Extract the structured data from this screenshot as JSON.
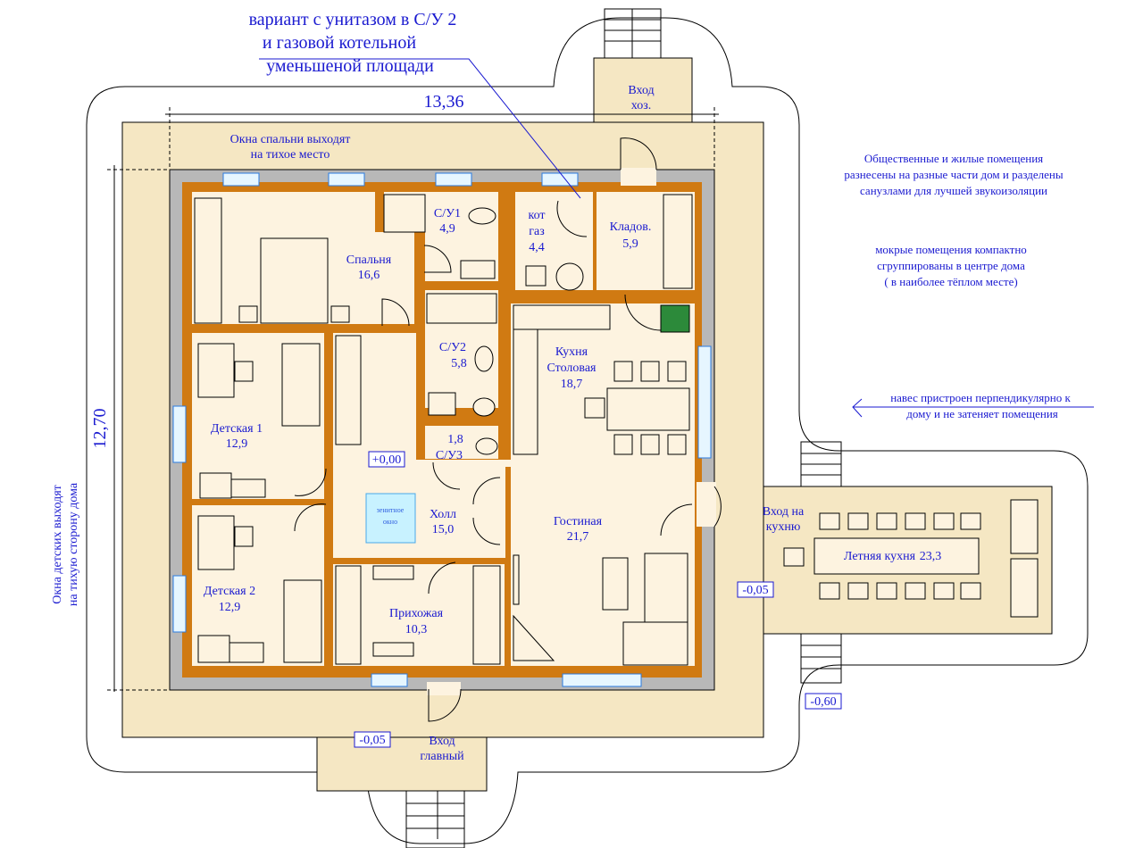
{
  "title_note": [
    "вариант с унитазом в С/У 2",
    "и газовой котельной",
    "уменьшеной площади"
  ],
  "dimensions": {
    "width": "13,36",
    "height": "12,70"
  },
  "notes": {
    "bedroom_windows": [
      "Окна спальни выходят",
      "на тихое место"
    ],
    "children_windows": [
      "Окна детских выходят",
      "на тихую сторону дома"
    ],
    "zoning": [
      "Общественные и жилые помещения",
      "разнесены на разные части дом и разделены",
      "санузлами для лучшей звукоизоляции"
    ],
    "wet_rooms": [
      "мокрые помещения компактно",
      "сгруппированы в центре дома",
      "( в наиболее тёплом месте)"
    ],
    "canopy": [
      "навес пристроен перпендикулярно к",
      "дому и не затеняет помещения"
    ]
  },
  "rooms": {
    "bedroom": {
      "name": "Спальня",
      "area": "16,6"
    },
    "bath1": {
      "name": "С/У1",
      "area": "4,9"
    },
    "boiler": {
      "name": [
        "кот",
        "газ"
      ],
      "area": "4,4"
    },
    "storage": {
      "name": "Кладов.",
      "area": "5,9"
    },
    "bath2": {
      "name": "С/У2",
      "area": "5,8"
    },
    "bath3": {
      "name": "С/У3",
      "area": "1,8"
    },
    "kitchen": {
      "name": [
        "Кухня",
        "Столовая"
      ],
      "area": "18,7"
    },
    "kids1": {
      "name": "Детская 1",
      "area": "12,9"
    },
    "kids2": {
      "name": "Детская 2",
      "area": "12,9"
    },
    "hall": {
      "name": "Холл",
      "area": "15,0"
    },
    "living": {
      "name": "Гостиная",
      "area": "21,7"
    },
    "entry": {
      "name": "Прихожая",
      "area": "10,3"
    },
    "summer_kitchen": {
      "name": "Летняя кухня",
      "area": "23,3"
    }
  },
  "skylight": [
    "зенитное",
    "окно"
  ],
  "entrances": {
    "utility": [
      "Вход",
      "хоз."
    ],
    "main": [
      "Вход",
      "главный"
    ],
    "kitchen": [
      "Вход на",
      "кухню"
    ]
  },
  "levels": {
    "floor": "+0,00",
    "porch": "-0,05",
    "terrace": "-0,05",
    "ground": "-0,60"
  }
}
